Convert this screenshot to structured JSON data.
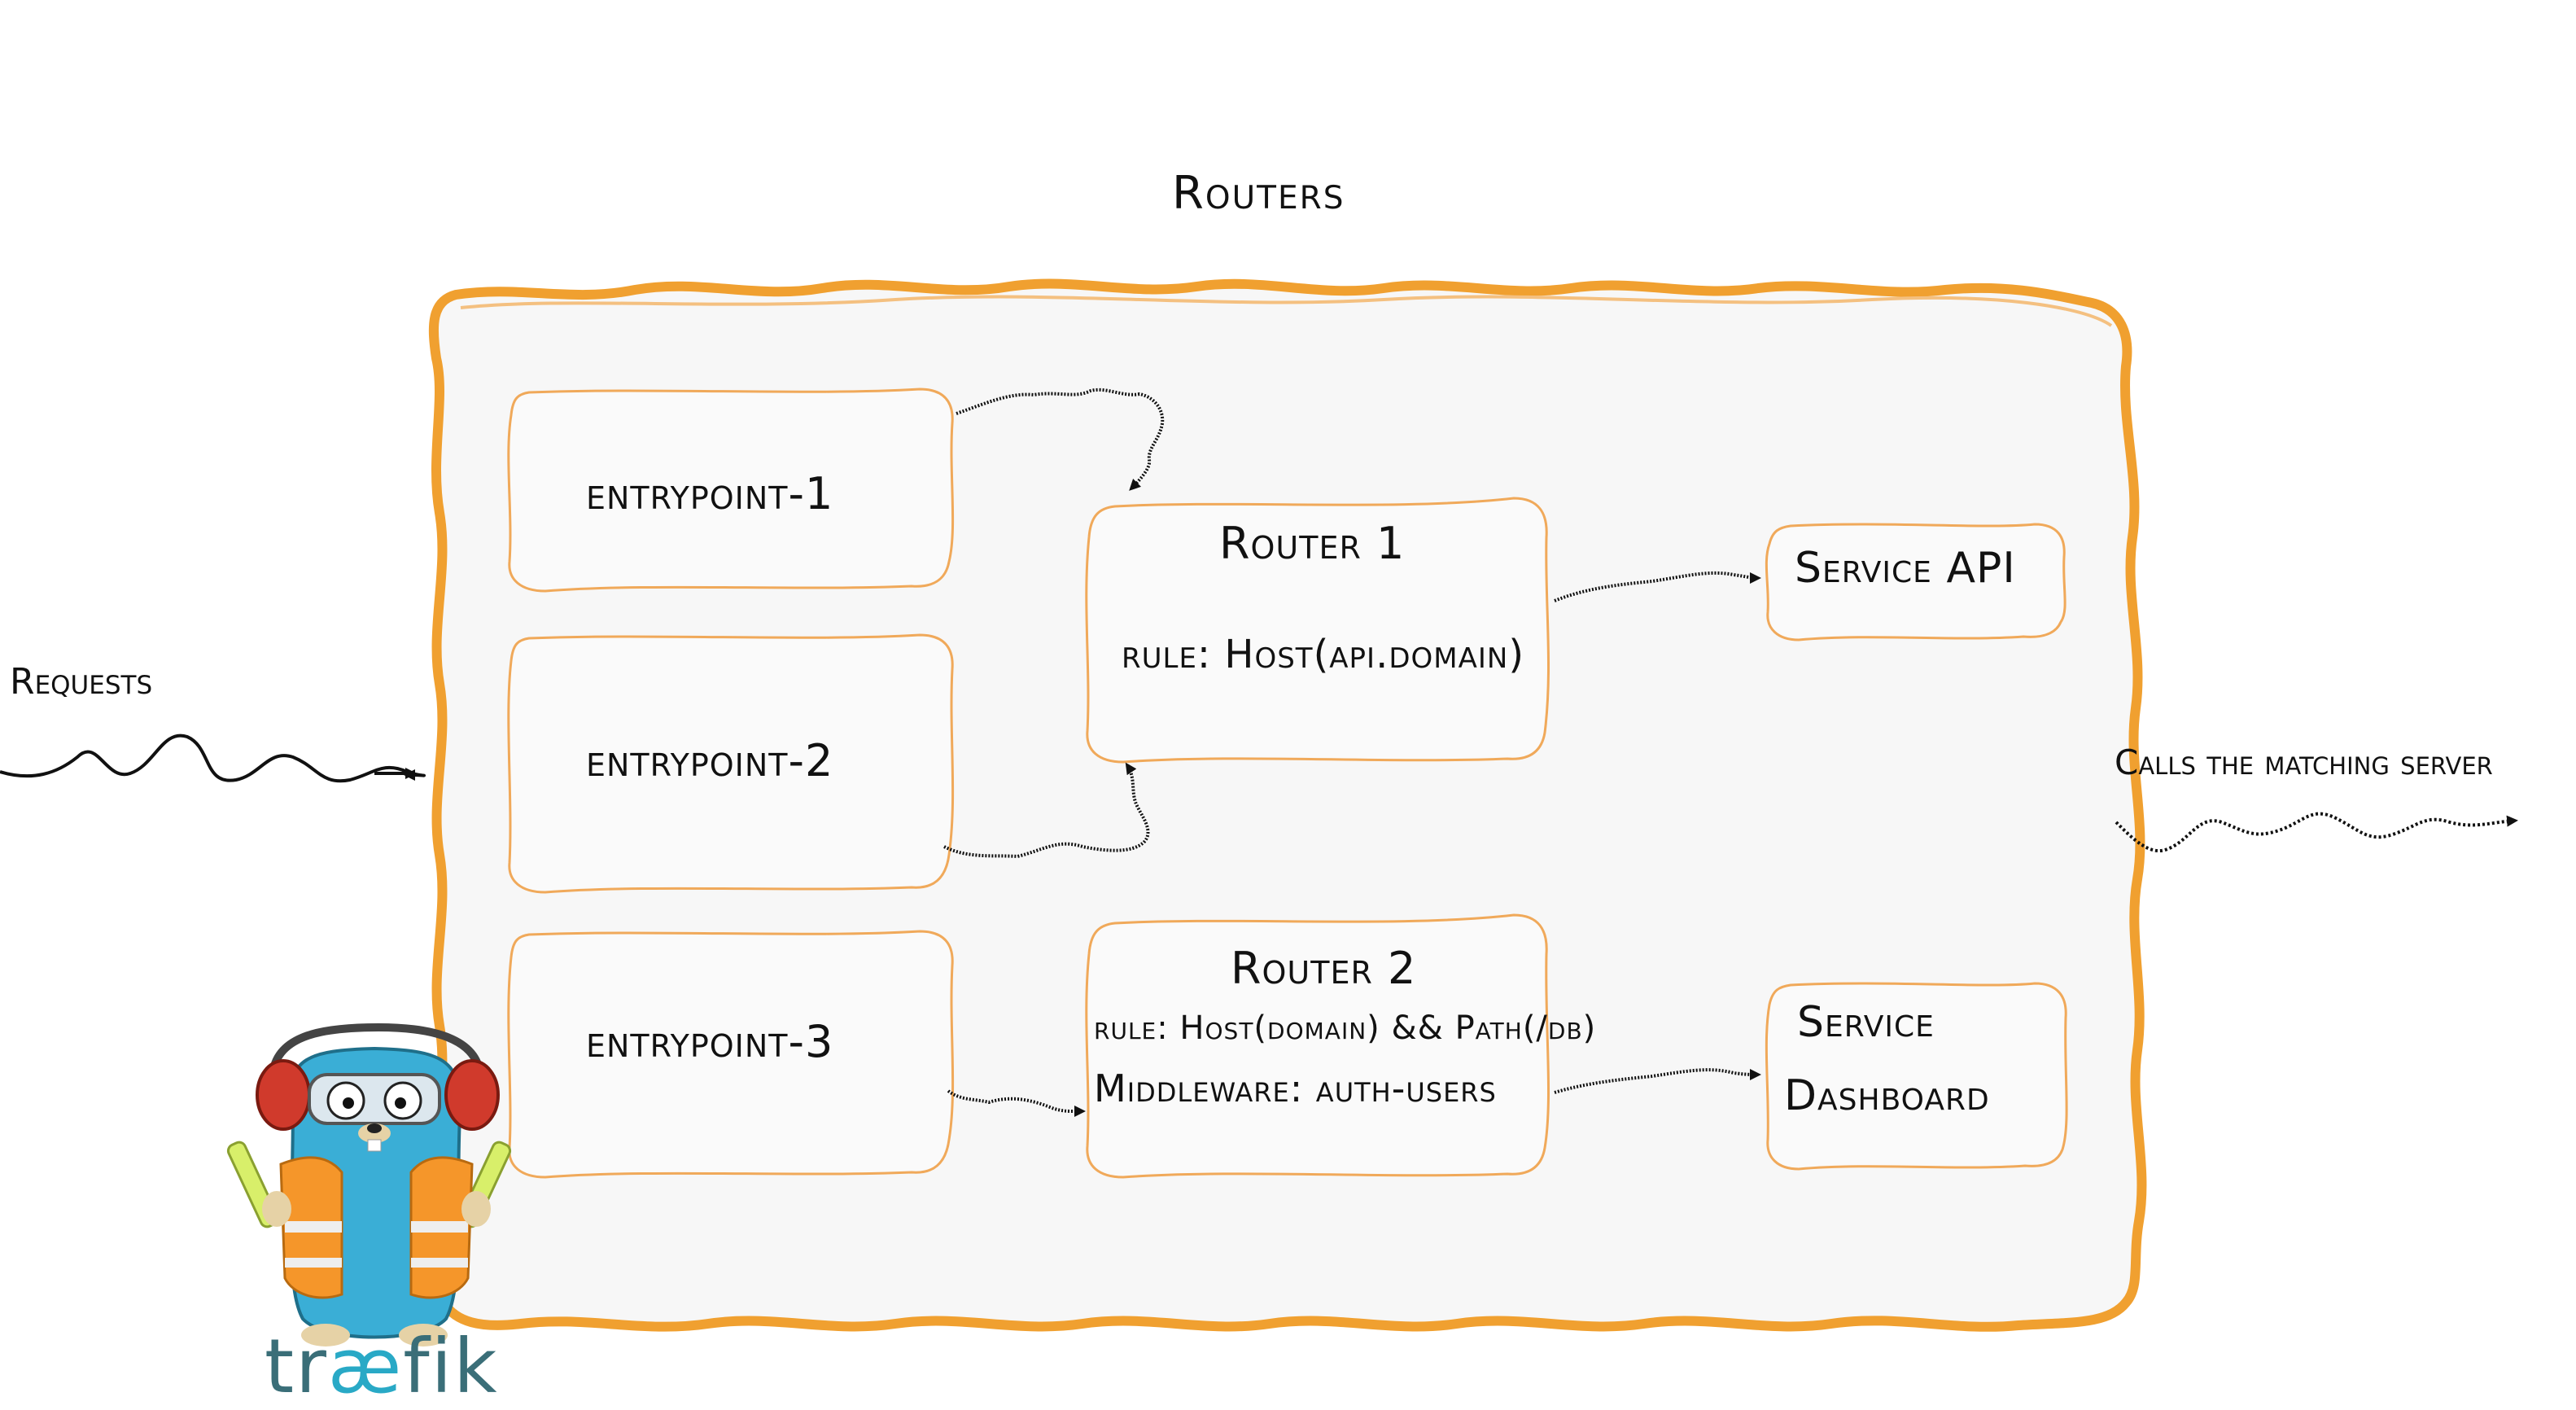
{
  "diagram": {
    "title": "Routers",
    "requests_label": "Requests",
    "output_label": "Calls the matching server",
    "entrypoints": [
      {
        "label": "entrypoint-1"
      },
      {
        "label": "entrypoint-2"
      },
      {
        "label": "entrypoint-3"
      }
    ],
    "routers": [
      {
        "name": "Router 1",
        "rule": "rule: Host(api.domain)"
      },
      {
        "name": "Router 2",
        "rule": "rule: Host(domain) && Path(/db)",
        "middleware": "Middleware: auth-users"
      }
    ],
    "services": [
      {
        "label": "Service API"
      },
      {
        "label_line1": "Service",
        "label_line2": "Dashboard"
      }
    ]
  },
  "logo": {
    "text_tr": "tr",
    "text_ae": "æ",
    "text_fik": "fik"
  },
  "colors": {
    "frame_orange": "#f0a030",
    "box_border": "#f0a95a",
    "panel_fill": "#f7f7f7",
    "arrow": "#111111",
    "gopher_blue": "#3aaed6",
    "vest_orange": "#f5962a",
    "logo_teal": "#3a6e78",
    "logo_cyan": "#29a9c6"
  }
}
